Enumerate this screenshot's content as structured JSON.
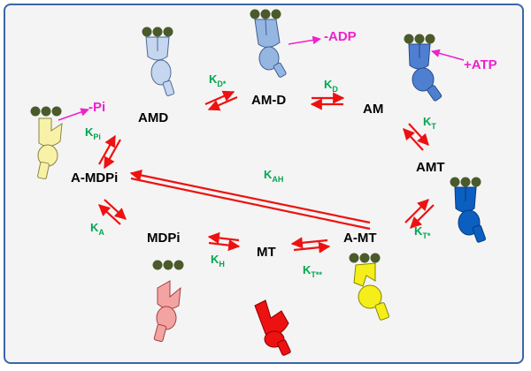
{
  "colors": {
    "arrow": "#ee1111",
    "rate": "#00a651",
    "nucleotide": "#ee22cc",
    "actin": "#4b5a2a",
    "frame": "#3a66a8",
    "myosin_AMD": "#c5d6ee",
    "myosin_AM_D": "#96b6e2",
    "myosin_AM": "#4f7fd0",
    "myosin_AMT": "#0b5fc0",
    "myosin_A_MT": "#f4ee1a",
    "myosin_MT": "#ee1111",
    "myosin_MDPi": "#f4a3a3",
    "myosin_A_MDPi": "#f8f2a8"
  },
  "states": {
    "AMD": "AMD",
    "AM_D": "AM-D",
    "AM": "AM",
    "AMT": "AMT",
    "A_MT": "A-MT",
    "MT": "MT",
    "MDPi": "MDPi",
    "A_MDPi": "A-MDPi"
  },
  "rates": {
    "KD_star": {
      "main": "K",
      "sub": "D*"
    },
    "KD": {
      "main": "K",
      "sub": "D"
    },
    "KT": {
      "main": "K",
      "sub": "T"
    },
    "KAH": {
      "main": "K",
      "sub": "AH"
    },
    "KT_star": {
      "main": "K",
      "sub": "T*"
    },
    "KT_starstar": {
      "main": "K",
      "sub": "T**"
    },
    "KH": {
      "main": "K",
      "sub": "H"
    },
    "KA": {
      "main": "K",
      "sub": "A"
    },
    "KPi": {
      "main": "K",
      "sub": "Pi"
    }
  },
  "nucleotides": {
    "minus_ADP": "-ADP",
    "plus_ATP": "+ATP",
    "minus_Pi": "-Pi"
  }
}
